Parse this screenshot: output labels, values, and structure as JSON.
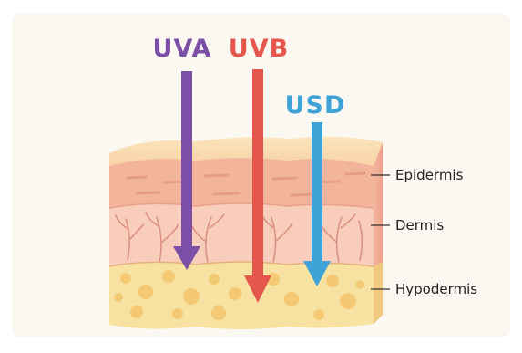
{
  "rays": [
    {
      "id": "uva",
      "label": "UVA",
      "color": "#7b4fa6"
    },
    {
      "id": "uvb",
      "label": "UVB",
      "color": "#e5574d"
    },
    {
      "id": "usd",
      "label": "USD",
      "color": "#3fa3d8"
    }
  ],
  "layers": [
    {
      "id": "epidermis",
      "label": "Epidermis",
      "color": "#f3b49c"
    },
    {
      "id": "dermis",
      "label": "Dermis",
      "color": "#f8cdbb"
    },
    {
      "id": "hypodermis",
      "label": "Hypodermis",
      "color": "#f8e2a2"
    }
  ],
  "colors": {
    "background": "#fbf7f1",
    "skin_top": "#f9dcb0",
    "vessel": "#d98a7a",
    "fat_cell": "#f4c56b"
  }
}
